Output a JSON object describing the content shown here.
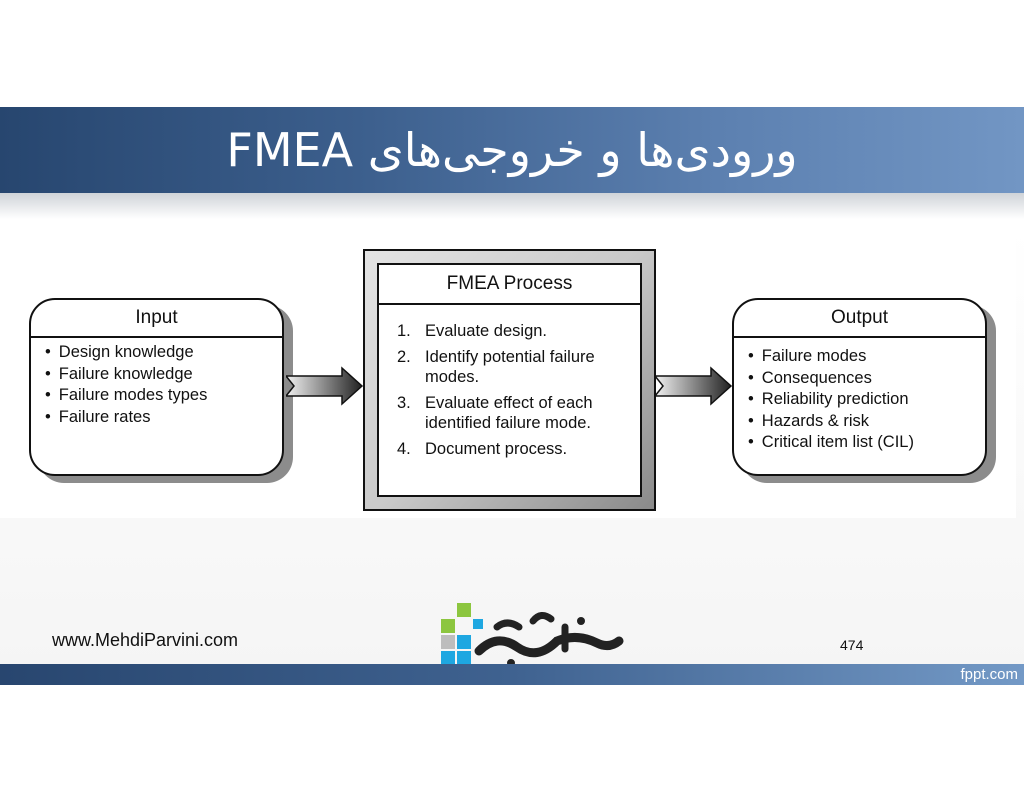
{
  "title": "FMEA ورودی‌ها و خروجی‌های",
  "input": {
    "header": "Input",
    "items": [
      "Design knowledge",
      "Failure knowledge",
      "Failure modes types",
      "Failure rates"
    ]
  },
  "process": {
    "header": "FMEA Process",
    "items": [
      {
        "num": "1.",
        "text": "Evaluate design."
      },
      {
        "num": "2.",
        "text": "Identify potential failure modes."
      },
      {
        "num": "3.",
        "text": "Evaluate effect of each identified failure mode."
      },
      {
        "num": "4.",
        "text": "Document process."
      }
    ]
  },
  "output": {
    "header": "Output",
    "items": [
      "Failure modes",
      "Consequences",
      "Reliability prediction",
      "Hazards & risk",
      "Critical item list (CIL)"
    ]
  },
  "footer": {
    "url": "www.MehdiParvini.com",
    "page_number": "474",
    "brand": "fppt.com"
  },
  "colors": {
    "title_band": "#3c5f8d",
    "bottom_bar": "#3f6290",
    "logo_green": "#8cc63f",
    "logo_blue": "#1ea7e1"
  }
}
